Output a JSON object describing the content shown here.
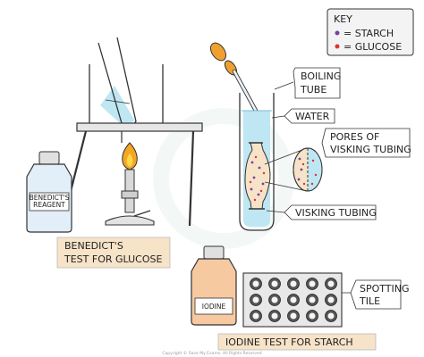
{
  "key": {
    "title": "KEY",
    "starch_label": "= STARCH",
    "glucose_label": "= GLUCOSE",
    "starch_color": "#7b3fa0",
    "glucose_color": "#d9343a"
  },
  "labels": {
    "boiling_tube": [
      "BOILING",
      "TUBE"
    ],
    "water": "WATER",
    "pores": [
      "PORES OF",
      "VISKING TUBING"
    ],
    "visking": "VISKING TUBING",
    "spotting_tile": [
      "SPOTTING",
      "TILE"
    ],
    "benedicts_reagent": [
      "BENEDICT'S",
      "REAGENT"
    ],
    "iodine": "IODINE"
  },
  "captions": {
    "benedicts_test": [
      "BENEDICT'S",
      "TEST FOR GLUCOSE"
    ],
    "iodine_test": "IODINE TEST FOR STARCH"
  },
  "copyright": "Copyright © Save My Exams. All Rights Reserved",
  "colors": {
    "water": "#bfe6f3",
    "tan_box": "#f6e3c8",
    "dropper_bulb": "#f0a030",
    "bottle_iodine": "#f6c9a0",
    "flame": "#f5a623",
    "tile": "#e8e8e8"
  }
}
